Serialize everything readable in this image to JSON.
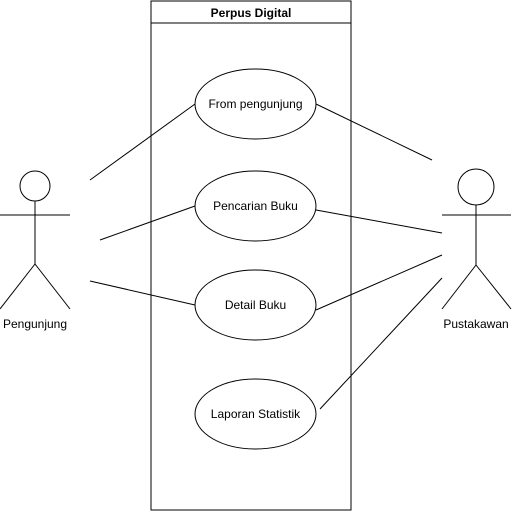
{
  "system": {
    "title": "Perpus Digital"
  },
  "actors": {
    "pengunjung": "Pengunjung",
    "pustakawan": "Pustakawan"
  },
  "use_cases": {
    "from_pengunjung": "From pengunjung",
    "pencarian_buku": "Pencarian Buku",
    "detail_buku": "Detail Buku",
    "laporan_statistik": "Laporan Statistik"
  },
  "colors": {
    "stroke": "#000000",
    "background": "#ffffff"
  }
}
